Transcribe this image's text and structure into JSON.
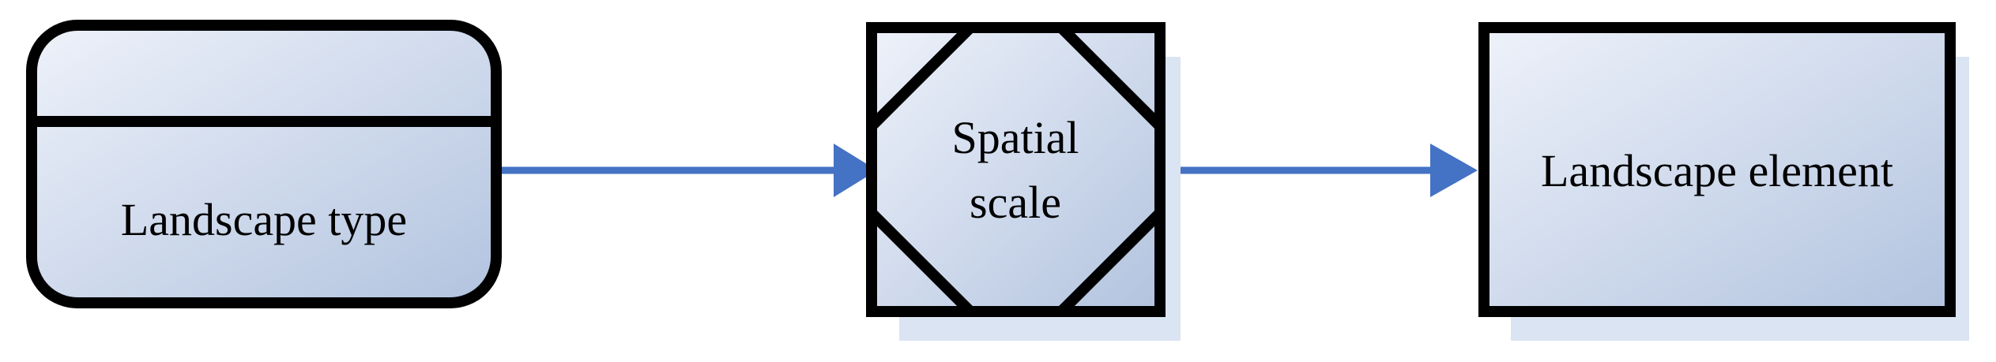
{
  "diagram": {
    "nodes": [
      {
        "id": "landscape-type",
        "shape": "rounded-rectangle-with-header",
        "lines": [
          "Landscape type"
        ]
      },
      {
        "id": "spatial-scale",
        "shape": "square-with-cut-corners",
        "lines": [
          "Spatial",
          "scale"
        ]
      },
      {
        "id": "landscape-element",
        "shape": "rectangle",
        "lines": [
          "Landscape element"
        ]
      }
    ],
    "edges": [
      {
        "from": "landscape-type",
        "to": "spatial-scale"
      },
      {
        "from": "spatial-scale",
        "to": "landscape-element"
      }
    ],
    "colors": {
      "outline": "#000000",
      "arrow": "#4472c4",
      "shadow": "#dbe4f2",
      "fill_light": "#eef2fa",
      "fill_dark": "#b2c3df"
    }
  }
}
